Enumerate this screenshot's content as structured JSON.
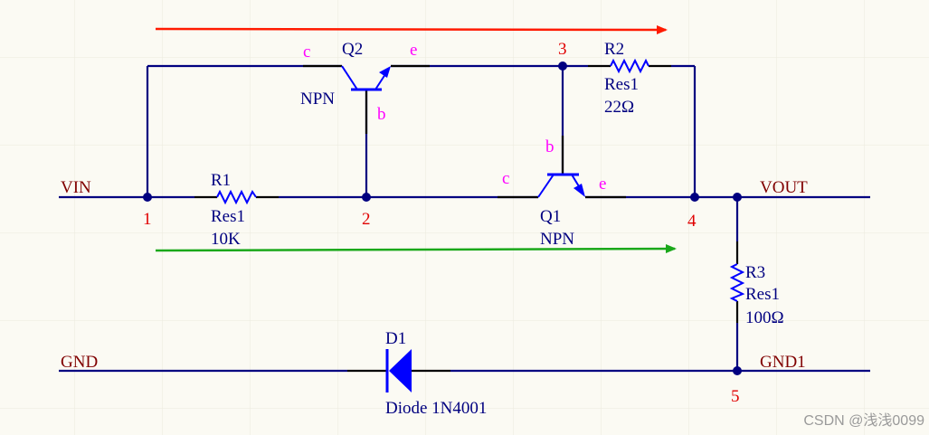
{
  "colors": {
    "background": "#fbfaf3",
    "grid": "#ebe9de",
    "wire": "#000080",
    "component": "#0000ff",
    "net_label": "#800000",
    "node_number": "#e00000",
    "pin_label": "#ff00ff",
    "designator": "#000080",
    "arrow_top": "#ff1a00",
    "arrow_bottom": "#1aa81a",
    "watermark": "#9a9a9a"
  },
  "nets": {
    "vin": "VIN",
    "vout": "VOUT",
    "gnd": "GND",
    "gnd1": "GND1"
  },
  "nodes": {
    "n1": "1",
    "n2": "2",
    "n3": "3",
    "n4": "4",
    "n5": "5"
  },
  "components": {
    "r1": {
      "ref": "R1",
      "type": "Res1",
      "value": "10K"
    },
    "r2": {
      "ref": "R2",
      "type": "Res1",
      "value": "22Ω"
    },
    "r3": {
      "ref": "R3",
      "type": "Res1",
      "value": "100Ω"
    },
    "q1": {
      "ref": "Q1",
      "type": "NPN",
      "pin_c": "c",
      "pin_b": "b",
      "pin_e": "e"
    },
    "q2": {
      "ref": "Q2",
      "type": "NPN",
      "pin_c": "c",
      "pin_b": "b",
      "pin_e": "e"
    },
    "d1": {
      "ref": "D1",
      "desc": "Diode 1N4001"
    }
  },
  "watermark": "CSDN @浅浅0099"
}
